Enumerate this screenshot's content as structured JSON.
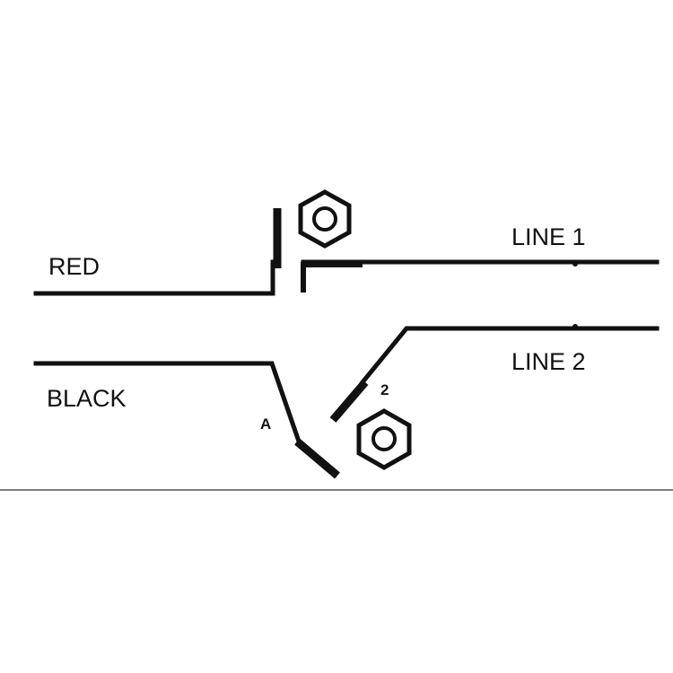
{
  "labels": {
    "red": "RED",
    "black": "BLACK",
    "line1": "LINE 1",
    "line2": "LINE 2",
    "terminal_a": "A",
    "terminal_2": "2"
  },
  "colors": {
    "ink": "#111111",
    "background": "#ffffff",
    "divider": "#555555"
  }
}
